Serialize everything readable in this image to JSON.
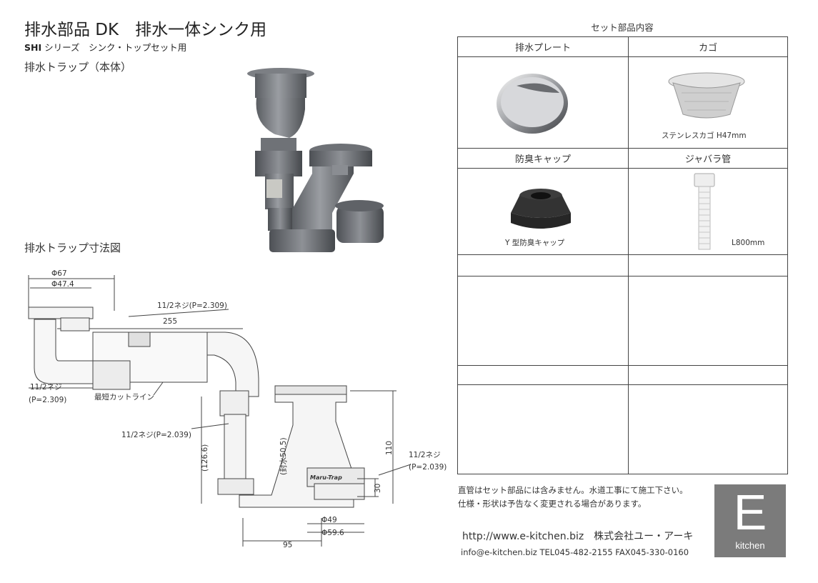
{
  "header": {
    "title": "排水部品 DK　排水一体シンク用",
    "subtitle_series": "SHI",
    "subtitle_rest": " シリーズ　シンク・トップセット用"
  },
  "sections": {
    "trap_body": "排水トラップ（本体）",
    "dimension_drawing": "排水トラップ寸法図"
  },
  "drawing": {
    "labels": {
      "phi67": "Φ67",
      "phi47": "Φ47.4",
      "thread_top": "11/2ネジ(P=2.309)",
      "len255": "255",
      "thread_left_1": "11/2ネジ",
      "thread_left_2": "(P=2.309)",
      "cut_line": "最短カットライン",
      "thread_mid": "11/2ネジ(P=2.039)",
      "h126": "(126.6)",
      "seal": "(封水50.5)",
      "h110": "110",
      "thread_right_1": "11/2ネジ",
      "thread_right_2": "(P=2.039)",
      "h30": "30",
      "brand": "Maru-Trap",
      "phi49": "Φ49",
      "phi59": "Φ59.6",
      "len95": "95"
    }
  },
  "set_parts": {
    "caption": "セット部品内容",
    "row1": {
      "left_header": "排水プレート",
      "right_header": "カゴ",
      "right_caption": "ステンレスカゴ H47mm"
    },
    "row2": {
      "left_header": "防臭キャップ",
      "right_header": "ジャバラ管",
      "left_caption": "Y 型防臭キャップ",
      "right_caption": "L800mm"
    }
  },
  "notes": {
    "line1": "直管はセット部品には含みません。水道工事にて施工下さい。",
    "line2": "仕様・形状は予告なく変更される場合があります。"
  },
  "footer": {
    "url_company": "http://www.e-kitchen.biz　株式会社ユー・アーキ",
    "contact": "info@e-kitchen.biz  TEL045-482-2155 FAX045-330-0160"
  },
  "logo": {
    "letter": "E",
    "word": "kitchen",
    "color": "#7b7b7b"
  }
}
